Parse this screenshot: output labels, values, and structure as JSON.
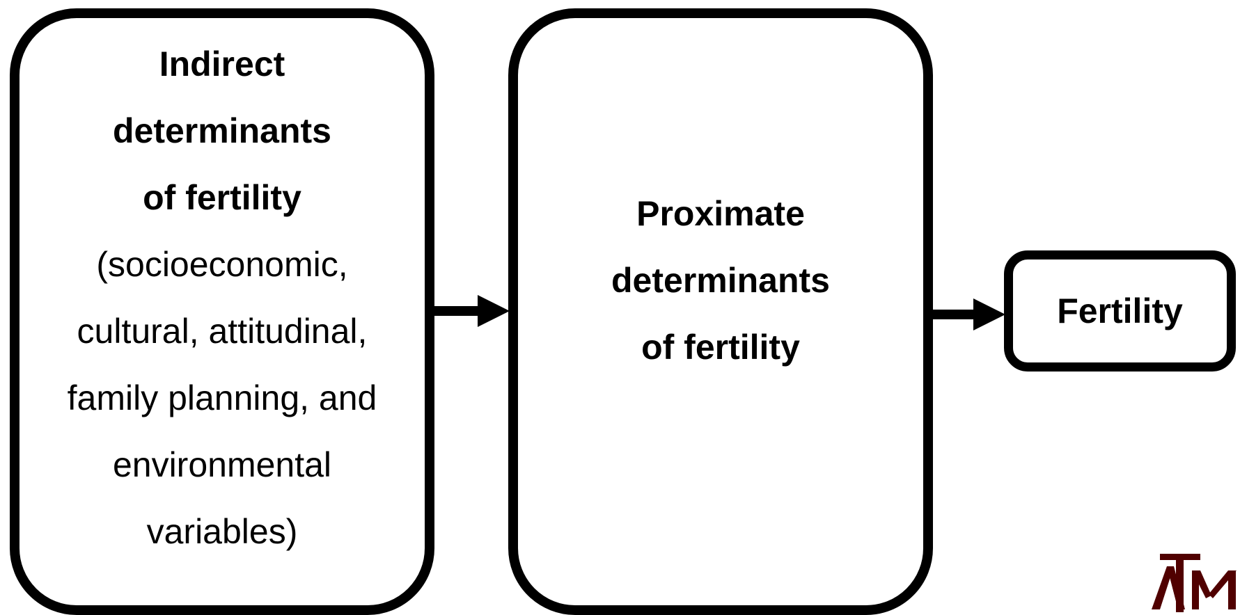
{
  "diagram": {
    "indirect_box": {
      "lines": [
        "Indirect",
        "determinants",
        "of fertility",
        "(socioeconomic,",
        "cultural, attitudinal,",
        "family planning, and",
        "environmental",
        "variables)"
      ]
    },
    "proximate_box": {
      "lines": [
        "Proximate",
        "determinants",
        "of fertility"
      ]
    },
    "fertility_box": {
      "label": "Fertility"
    },
    "logo": {
      "text": "ATM",
      "color": "#500000"
    }
  }
}
